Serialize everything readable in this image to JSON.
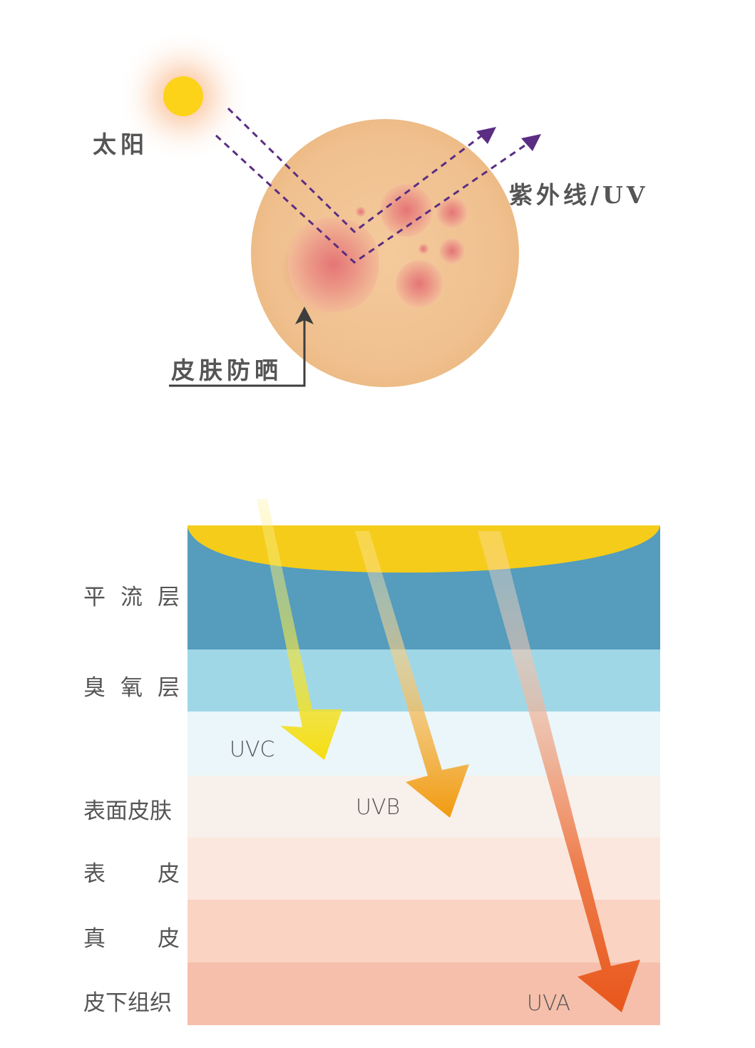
{
  "top_diagram": {
    "sun_label": "太阳",
    "uv_label": "紫外线/UV",
    "skin_label": "皮肤防晒",
    "colors": {
      "sun": "#FCD318",
      "sun_glow": "#F9B98A",
      "skin": "#EFC08C",
      "spot": "#E9807A",
      "uv_ray": "#5A2D82",
      "pointer": "#3D3D3D"
    }
  },
  "bottom_diagram": {
    "layers": [
      {
        "label": "平流层",
        "chars": [
          "平",
          "流",
          "层"
        ],
        "color": "#559CBD"
      },
      {
        "label": "臭氧层",
        "chars": [
          "臭",
          "氧",
          "层"
        ],
        "color": "#9FD7E7"
      },
      {
        "label": "",
        "chars": [],
        "color": "#EAF6F9"
      },
      {
        "label": "表面皮肤",
        "chars": [
          "表面皮肤"
        ],
        "color": "#F8F0EB"
      },
      {
        "label": "表皮",
        "chars": [
          "表",
          "皮"
        ],
        "color": "#FCE7DE"
      },
      {
        "label": "真皮",
        "chars": [
          "真",
          "皮"
        ],
        "color": "#FBD3C3"
      },
      {
        "label": "皮下组织",
        "chars": [
          "皮下组织"
        ],
        "color": "#F6BFAB"
      }
    ],
    "rays": [
      {
        "label": "UVC",
        "color": "#F7DE1A",
        "reach": "stops above skin surface"
      },
      {
        "label": "UVB",
        "color": "#F29A14",
        "reach": "reaches surface skin / epidermis"
      },
      {
        "label": "UVA",
        "color": "#E95A1E",
        "reach": "reaches subcutaneous tissue"
      }
    ],
    "sun_band_color": "#F5CC1A"
  }
}
